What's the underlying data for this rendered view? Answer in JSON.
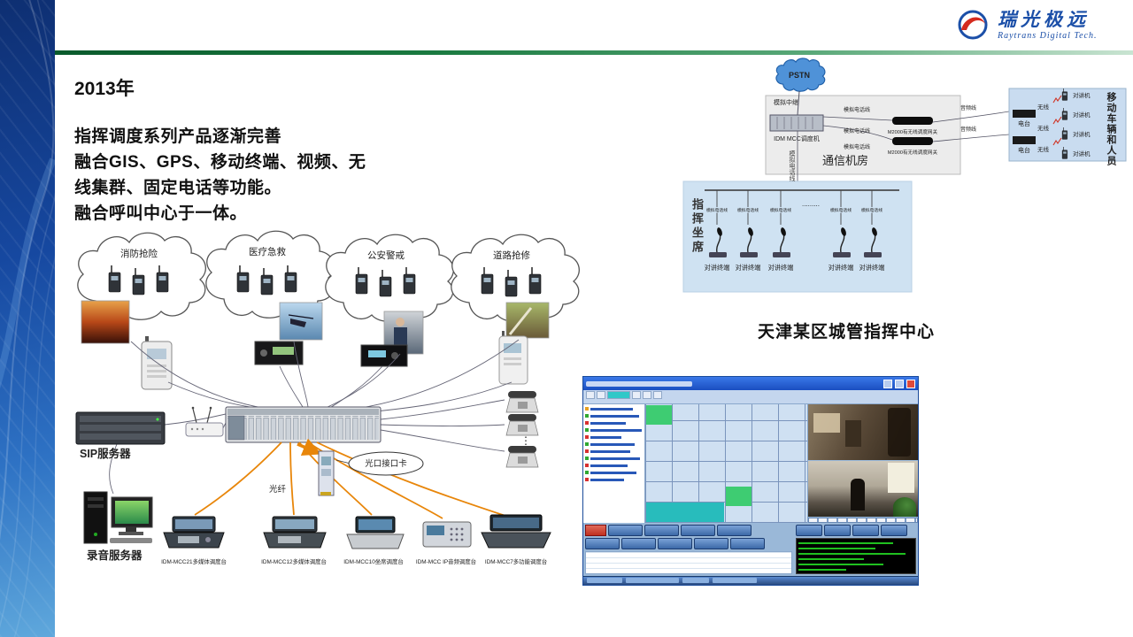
{
  "logo": {
    "brand_cn": "瑞光极远",
    "brand_en": "Raytrans Digital Tech."
  },
  "heading": {
    "year": "2013年"
  },
  "description": {
    "line1": "指挥调度系列产品逐渐完善",
    "line2": "融合GIS、GPS、移动终端、视频、无",
    "line3": "线集群、固定电话等功能。",
    "line4": "融合呼叫中心于一体。"
  },
  "left_diagram": {
    "clouds": [
      "消防抢险",
      "医疗急救",
      "公安警戒",
      "道路抢修"
    ],
    "sip_server": "SIP服务器",
    "recording_server": "录音服务器",
    "optical_card": "光口接口卡",
    "fiber": "光纤",
    "consoles": [
      "IDM-MCC21多媒体调度台",
      "IDM-MCC12多媒体调度台",
      "IDM-MCC10坐席调度台",
      "IDM-MCC IP音频调度台",
      "IDM-MCC7多功能调度台"
    ]
  },
  "right_diagram": {
    "pstn": "PSTN",
    "analog_trunk": "模拟中继",
    "dispatch_machine": "IDM MCC调度机",
    "comm_room": "通信机房",
    "gateway": "M2000有无线调度网关",
    "analog_phone_line": "模拟电话线",
    "audio_line": "音频线",
    "mobile_people": "移动车辆和人员",
    "radio_station": "电台",
    "wireless": "无线",
    "handheld_radio": "对讲机",
    "command_seat": "指挥坐席",
    "intercom_terminal": "对讲终端",
    "ellipsis": "........."
  },
  "caption": "天津某区城管指挥中心",
  "colors": {
    "brand_blue": "#1b4fa8",
    "accent_green": "#1a7a40",
    "fiber_orange": "#e8860a"
  }
}
